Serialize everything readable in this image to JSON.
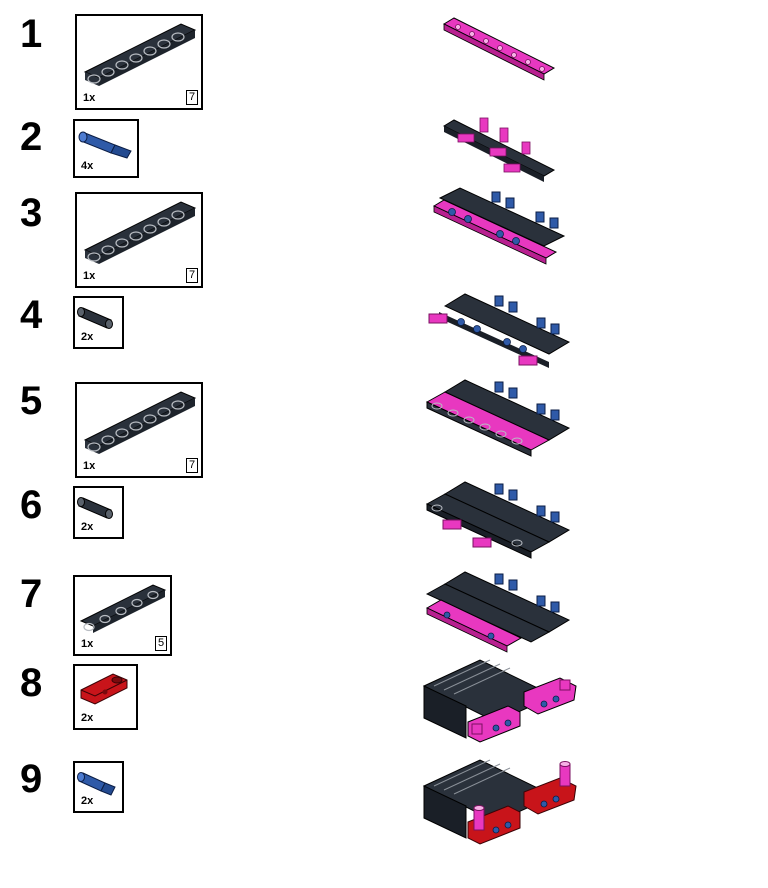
{
  "steps": [
    {
      "number": "1",
      "part": {
        "qty": "1x",
        "length": "7",
        "icon": "beam-dark-gray-7-icon"
      }
    },
    {
      "number": "2",
      "part": {
        "qty": "4x",
        "icon": "axle-pin-blue-icon"
      }
    },
    {
      "number": "3",
      "part": {
        "qty": "1x",
        "length": "7",
        "icon": "beam-dark-gray-7-icon"
      }
    },
    {
      "number": "4",
      "part": {
        "qty": "2x",
        "icon": "connector-pin-gray-icon"
      }
    },
    {
      "number": "5",
      "part": {
        "qty": "1x",
        "length": "7",
        "icon": "beam-dark-gray-7-icon"
      }
    },
    {
      "number": "6",
      "part": {
        "qty": "2x",
        "icon": "connector-pin-gray-icon"
      }
    },
    {
      "number": "7",
      "part": {
        "qty": "1x",
        "length": "5",
        "icon": "beam-dark-gray-5-icon"
      }
    },
    {
      "number": "8",
      "part": {
        "qty": "2x",
        "icon": "connector-red-icon"
      }
    },
    {
      "number": "9",
      "part": {
        "qty": "2x",
        "icon": "axle-pin-blue-icon"
      }
    }
  ],
  "colors": {
    "beam": "#2a313b",
    "magenta": "#e838c0",
    "blue": "#2f5aa8",
    "red": "#c8141a",
    "outline": "#000000"
  }
}
